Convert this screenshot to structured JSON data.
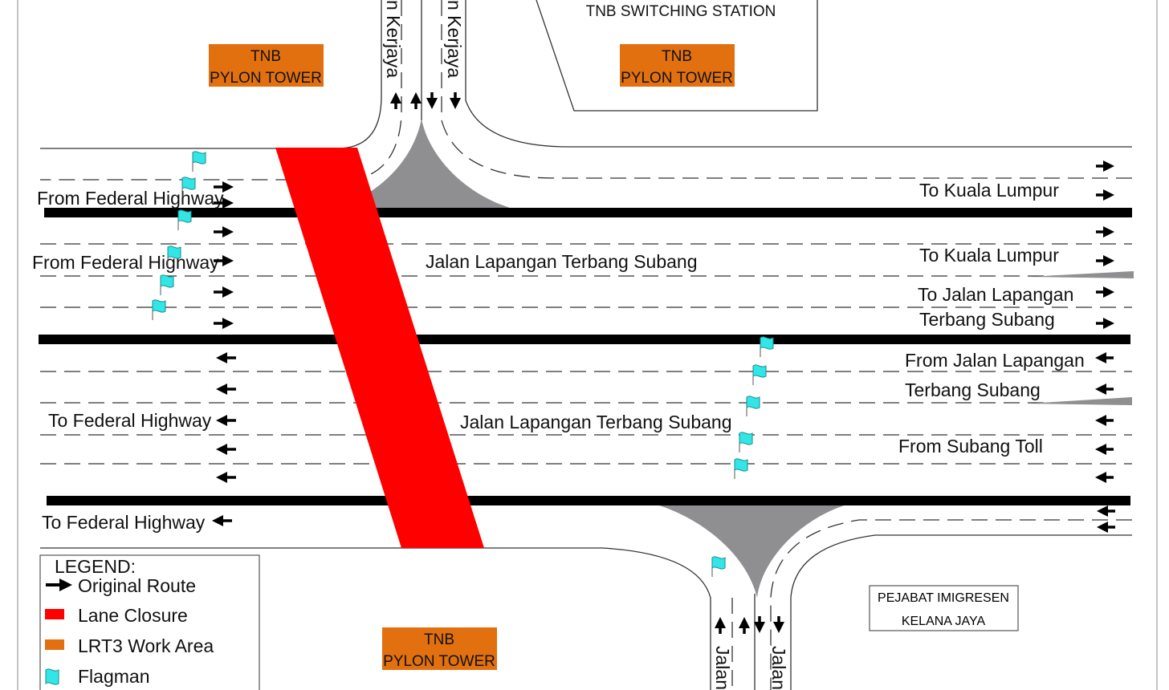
{
  "colors": {
    "lane_closure": "#ff0000",
    "work_area": "#e2700f",
    "flagman": "#33e6e6",
    "median": "#8f8f91"
  },
  "buildings": {
    "switching_station": "TNB SWITCHING STATION",
    "pylon_line1": "TNB",
    "pylon_line2": "PYLON TOWER",
    "imigresen_line1": "PEJABAT IMIGRESEN",
    "imigresen_line2": "KELANA JAYA"
  },
  "roads": {
    "main_road": "Jalan Lapangan Terbang Subang",
    "side_road_top": "n Kerjaya",
    "side_road_bottom": "Jalan"
  },
  "directions": {
    "from_federal_1": "From Federal Highway",
    "from_federal_2": "From Federal Highway",
    "to_kl_1": "To Kuala Lumpur",
    "to_kl_2": "To Kuala Lumpur",
    "to_jalan_line1": "To Jalan Lapangan",
    "to_jalan_line2": "Terbang Subang",
    "from_jalan_line1": "From Jalan Lapangan",
    "from_jalan_line2": "Terbang Subang",
    "from_subang_toll": "From Subang Toll",
    "to_federal_1": "To Federal Highway",
    "to_federal_2": "To Federal Highway"
  },
  "legend": {
    "title": "LEGEND:",
    "items": [
      "Original Route",
      "Lane Closure",
      "LRT3 Work Area",
      "Flagman"
    ]
  }
}
